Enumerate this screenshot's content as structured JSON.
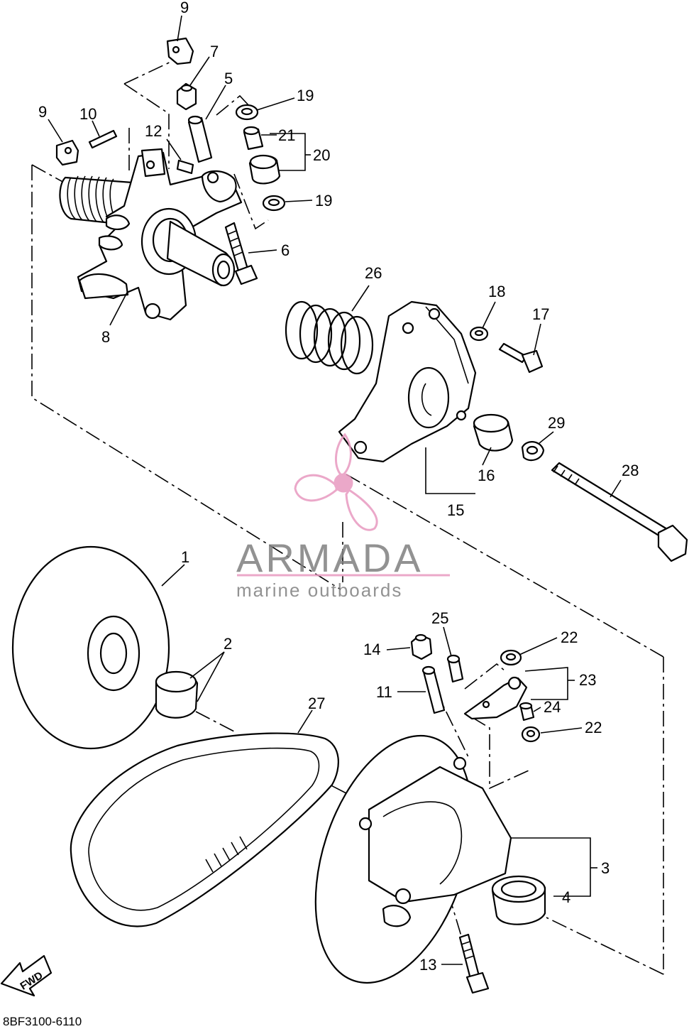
{
  "diagram": {
    "code": "8BF3100-6110",
    "fwd_label": "FWD",
    "callouts": [
      {
        "id": "c9a",
        "text": "9"
      },
      {
        "id": "c7",
        "text": "7"
      },
      {
        "id": "c5",
        "text": "5"
      },
      {
        "id": "c19a",
        "text": "19"
      },
      {
        "id": "c9b",
        "text": "9"
      },
      {
        "id": "c10",
        "text": "10"
      },
      {
        "id": "c12",
        "text": "12"
      },
      {
        "id": "c21",
        "text": "21"
      },
      {
        "id": "c20",
        "text": "20"
      },
      {
        "id": "c19b",
        "text": "19"
      },
      {
        "id": "c6",
        "text": "6"
      },
      {
        "id": "c8",
        "text": "8"
      },
      {
        "id": "c26",
        "text": "26"
      },
      {
        "id": "c18",
        "text": "18"
      },
      {
        "id": "c17",
        "text": "17"
      },
      {
        "id": "c29",
        "text": "29"
      },
      {
        "id": "c16",
        "text": "16"
      },
      {
        "id": "c28",
        "text": "28"
      },
      {
        "id": "c15",
        "text": "15"
      },
      {
        "id": "c1",
        "text": "1"
      },
      {
        "id": "c2",
        "text": "2"
      },
      {
        "id": "c25",
        "text": "25"
      },
      {
        "id": "c22a",
        "text": "22"
      },
      {
        "id": "c14",
        "text": "14"
      },
      {
        "id": "c23",
        "text": "23"
      },
      {
        "id": "c11",
        "text": "11"
      },
      {
        "id": "c27",
        "text": "27"
      },
      {
        "id": "c24",
        "text": "24"
      },
      {
        "id": "c22b",
        "text": "22"
      },
      {
        "id": "c3",
        "text": "3"
      },
      {
        "id": "c4",
        "text": "4"
      },
      {
        "id": "c13",
        "text": "13"
      }
    ]
  },
  "watermark": {
    "brand": "ARMADA",
    "tagline": "marine outboards",
    "logo_icon": "propeller-icon",
    "color_text": "#7f7f7f",
    "color_accent": "#e89ac0"
  }
}
